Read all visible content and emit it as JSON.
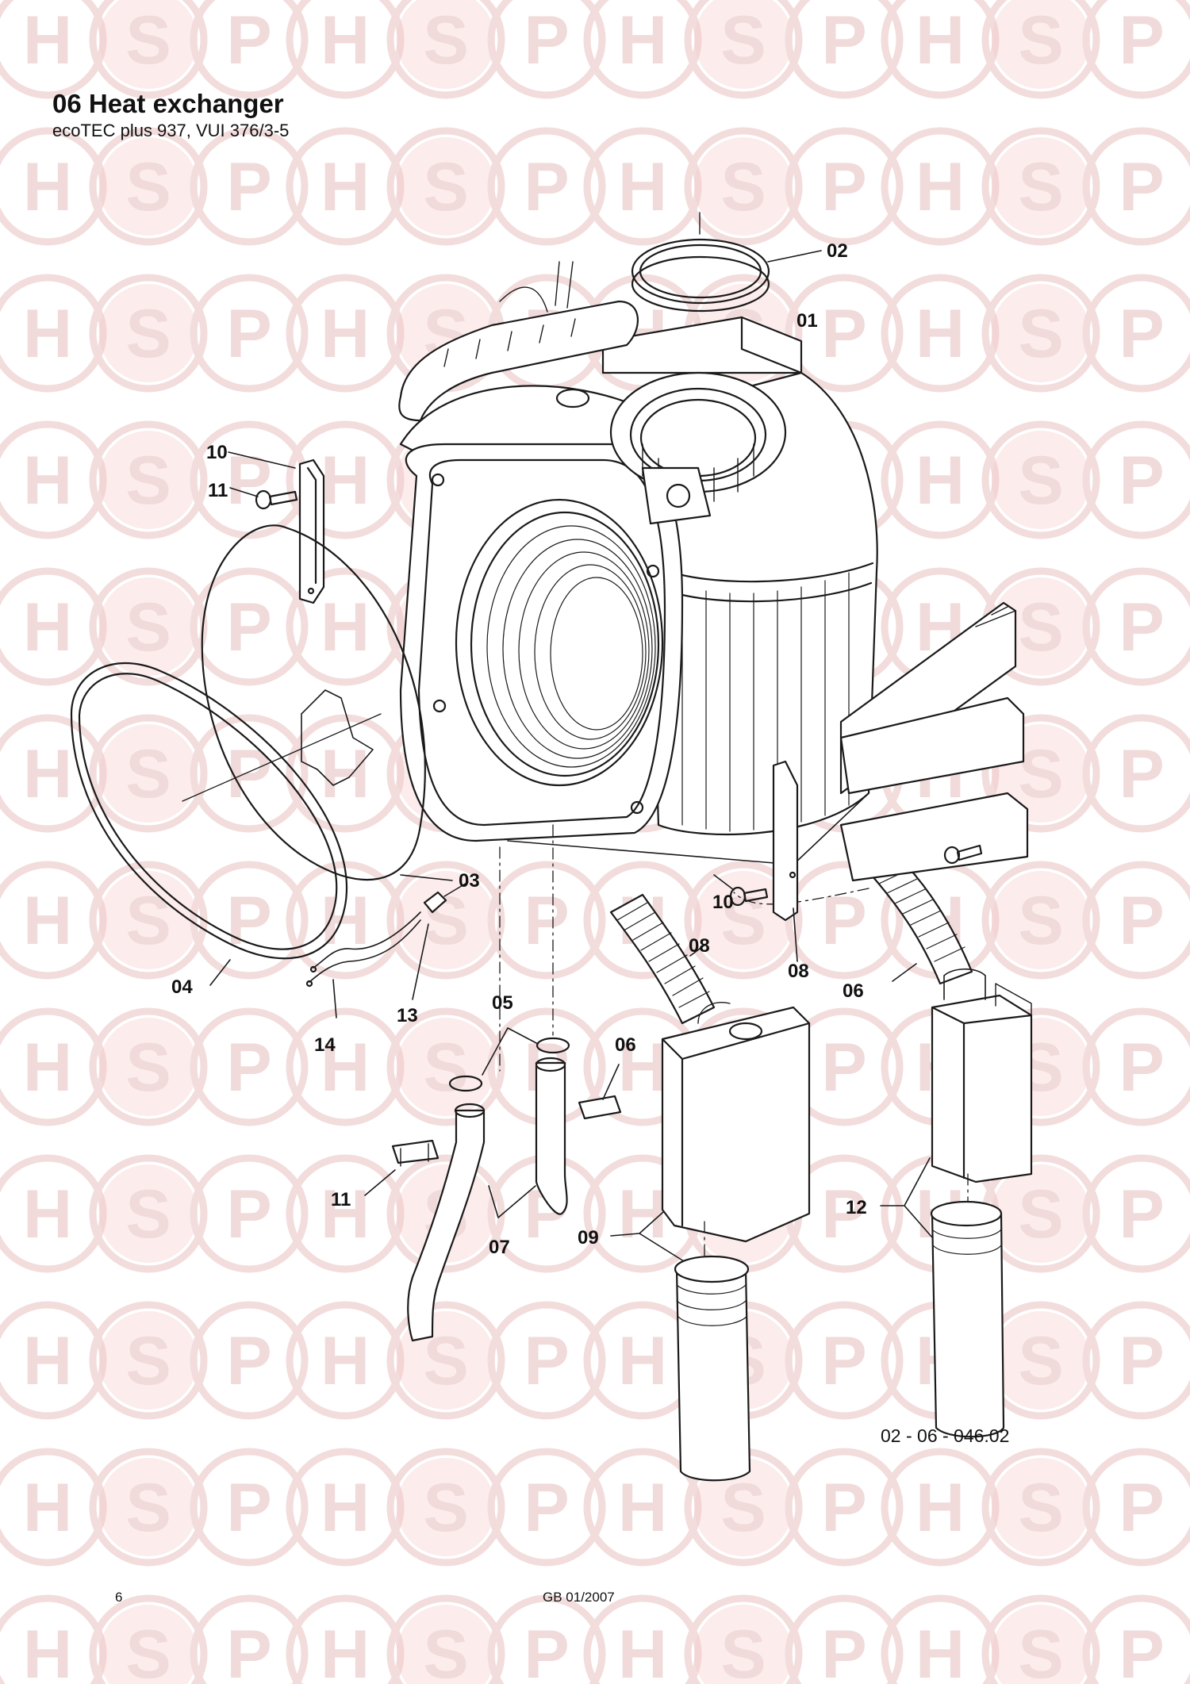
{
  "header": {
    "title": "06 Heat exchanger",
    "subtitle": "ecoTEC plus 937, VUI 376/3-5"
  },
  "watermark": {
    "letters": [
      "H",
      "S",
      "P"
    ],
    "ring_color": "#f2dcdc",
    "s_color": "#f6c9c9",
    "text_color": "#f0dada"
  },
  "callouts": [
    "02",
    "01",
    "10",
    "11",
    "03",
    "04",
    "13",
    "14",
    "05",
    "06",
    "07",
    "11",
    "10",
    "08",
    "08",
    "06",
    "09",
    "12"
  ],
  "footer": {
    "drawing_ref": "02 - 06 - 046.02",
    "page_number": "6",
    "edition": "GB 01/2007"
  },
  "colors": {
    "line": "#1a1a1a",
    "background": "#ffffff"
  }
}
